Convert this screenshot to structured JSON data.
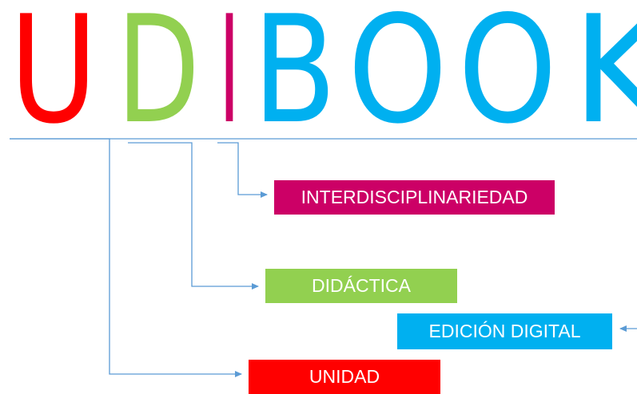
{
  "logo": {
    "letters": [
      {
        "char": "U",
        "color": "#ff0000"
      },
      {
        "char": "D",
        "color": "#92d050"
      },
      {
        "char": "I",
        "color": "#cc0066"
      },
      {
        "char": "B",
        "color": "#00b0f0"
      },
      {
        "char": "O",
        "color": "#00b0f0"
      },
      {
        "char": "O",
        "color": "#00b0f0"
      },
      {
        "char": "K",
        "color": "#00b0f0"
      }
    ]
  },
  "labels": {
    "interdisciplinariedad": {
      "text": "INTERDISCIPLINARIEDAD",
      "color": "#cc0066"
    },
    "didactica": {
      "text": "DIDÁCTICA",
      "color": "#92d050"
    },
    "edicion_digital": {
      "text": "EDICIÓN DIGITAL",
      "color": "#00b0f0"
    },
    "unidad": {
      "text": "UNIDAD",
      "color": "#ff0000"
    }
  },
  "connector_color": "#5b9bd5"
}
